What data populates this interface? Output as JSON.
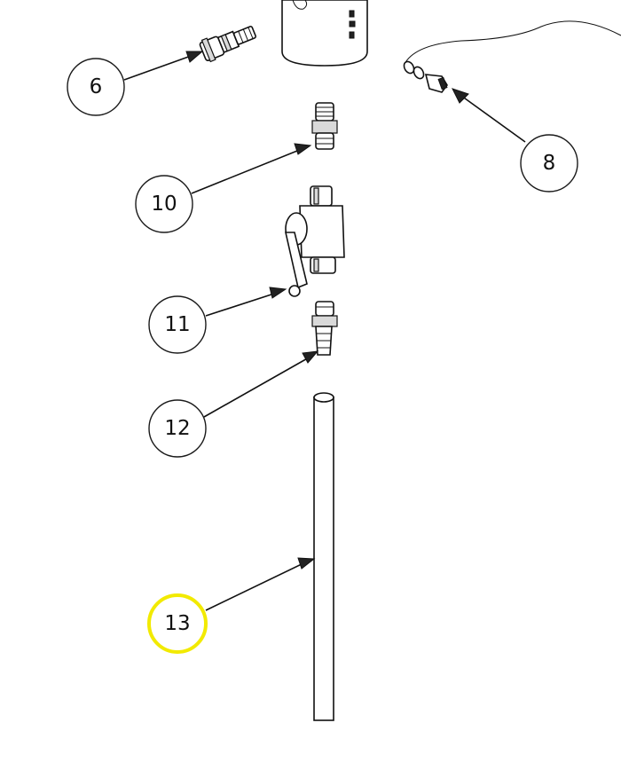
{
  "colors": {
    "line": "#111111",
    "highlight": "#f2ea00",
    "background": "#ffffff"
  },
  "callouts": {
    "c6": {
      "label": "6",
      "highlighted": false
    },
    "c8": {
      "label": "8",
      "highlighted": false
    },
    "c10": {
      "label": "10",
      "highlighted": false
    },
    "c11": {
      "label": "11",
      "highlighted": false
    },
    "c12": {
      "label": "12",
      "highlighted": false
    },
    "c13": {
      "label": "13",
      "highlighted": true
    }
  },
  "parts": [
    "housing",
    "quick-connect-fitting",
    "probe-sensor",
    "nipple-fitting",
    "ball-valve",
    "hose-barb-fitting",
    "dip-tube"
  ]
}
